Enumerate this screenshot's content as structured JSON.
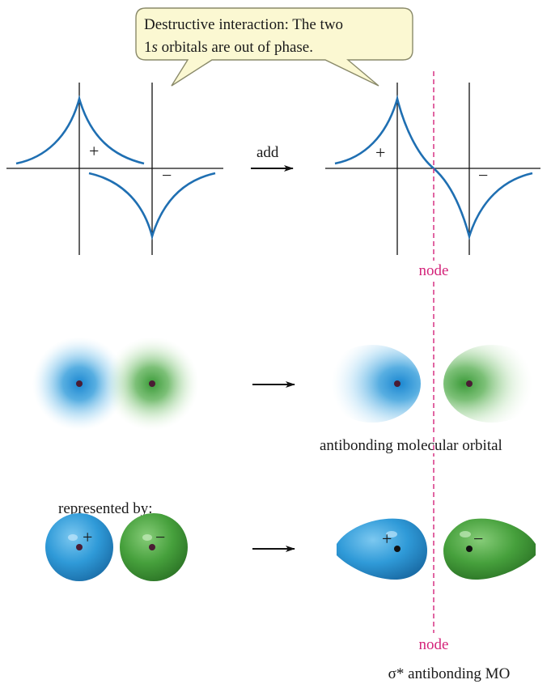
{
  "callout": {
    "line1": "Destructive interaction:  The two",
    "line2_prefix": "1",
    "line2_italic": "s",
    "line2_rest": " orbitals are out of phase."
  },
  "signs": {
    "plus": "+",
    "minus": "−"
  },
  "arrow_label_add": "add",
  "node_label_top": "node",
  "node_label_bottom": "node",
  "antibonding_caption": "antibonding molecular orbital",
  "represented_by": "represented by:",
  "sigma_caption": "σ* antibonding MO",
  "colors": {
    "wave": "#1f6fb2",
    "node": "#d4247a",
    "blue_orbital": "#2f9ad8",
    "green_orbital": "#46a03c",
    "callout_fill": "#fbf8d2",
    "callout_stroke": "#8a8a6a",
    "nucleus": "#4a1c34"
  },
  "icons": [
    "right-arrow-icon"
  ]
}
